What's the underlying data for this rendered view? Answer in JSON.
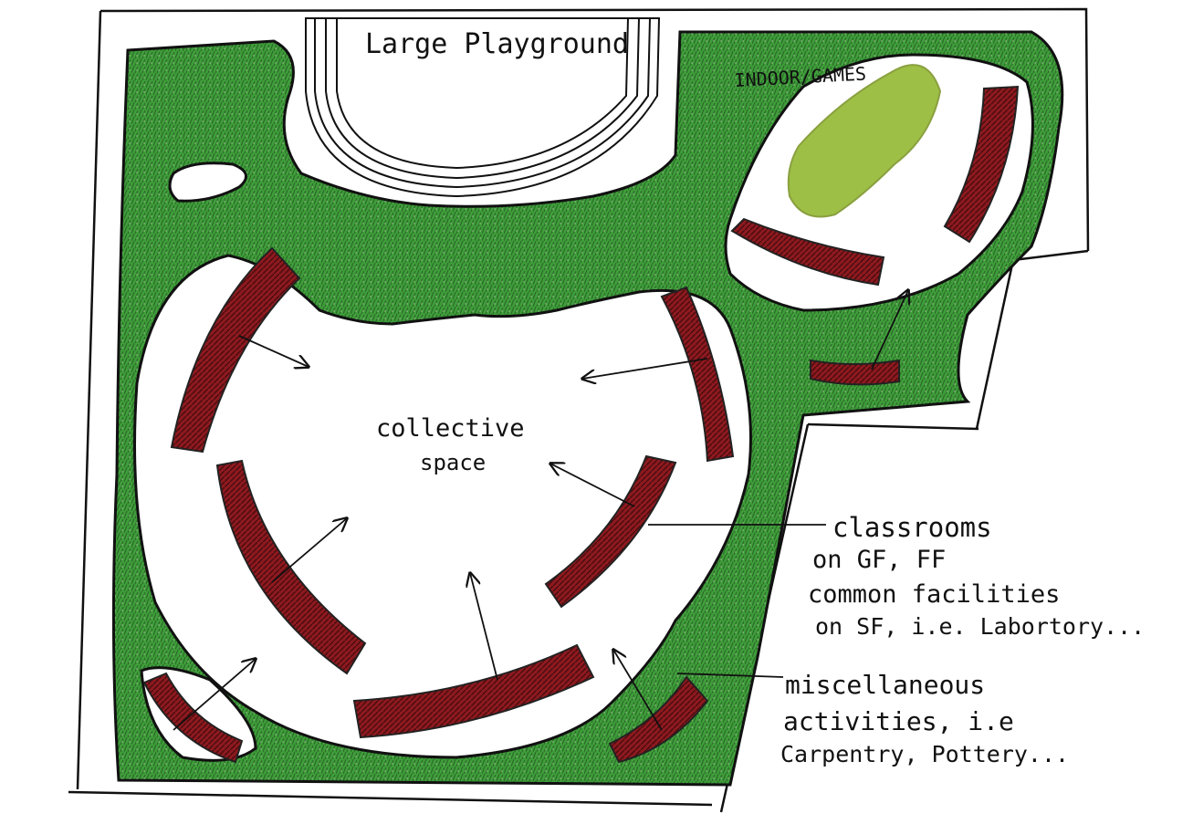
{
  "labels": {
    "playground": "Large Playground",
    "indoor": "INDOOR/GAMES",
    "collective_1": "collective",
    "collective_2": "space",
    "classrooms_1": "classrooms",
    "classrooms_2": "on GF, FF",
    "classrooms_3": "common facilities",
    "classrooms_4": "on SF, i.e. Labortory...",
    "misc_1": "miscellaneous",
    "misc_2": "activities, i.e",
    "misc_3": "Carpentry, Pottery..."
  },
  "colors": {
    "landscape": "#3f9e3a",
    "landscape_dark": "#2c6a2a",
    "building": "#8e1a1f",
    "building_dark": "#4a0c10",
    "indoor_green": "#9dbf45",
    "ink": "#111111"
  }
}
